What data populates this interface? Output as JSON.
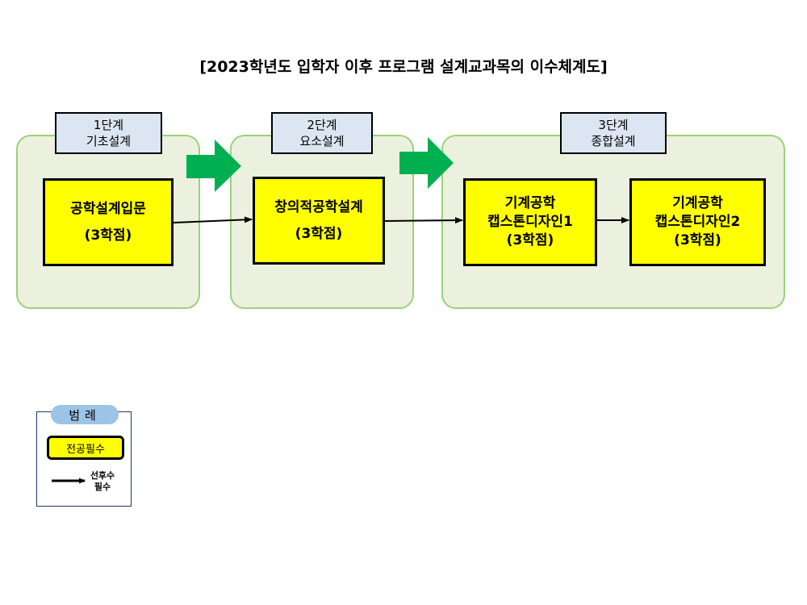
{
  "title": "[2023학년도 입학자 이후 프로그램 설계교과목의 이수체계도]",
  "stages": [
    {
      "line1": "1단계",
      "line2": "기초설계"
    },
    {
      "line1": "2단계",
      "line2": "요소설계"
    },
    {
      "line1": "3단계",
      "line2": "종합설계"
    }
  ],
  "courses": [
    {
      "name_line1": "공학설계입문",
      "name_line2": "",
      "credit": "(3학점)"
    },
    {
      "name_line1": "창의적공학설계",
      "name_line2": "",
      "credit": "(3학점)"
    },
    {
      "name_line1": "기계공학",
      "name_line2": "캡스톤디자인1",
      "credit": "(3학점)"
    },
    {
      "name_line1": "기계공학",
      "name_line2": "캡스톤디자인2",
      "credit": "(3학점)"
    }
  ],
  "legend": {
    "title": "범례",
    "major_required": "전공필수",
    "prerequisite_line1": "선후수",
    "prerequisite_line2": "필수"
  },
  "colors": {
    "stage_panel_fill": "#ebf1de",
    "stage_panel_border": "#9bd27a",
    "stage_label_fill": "#dce6f2",
    "course_fill": "#ffff00",
    "stage_arrow": "#00b050",
    "legend_title_fill": "#9dc3e6"
  }
}
